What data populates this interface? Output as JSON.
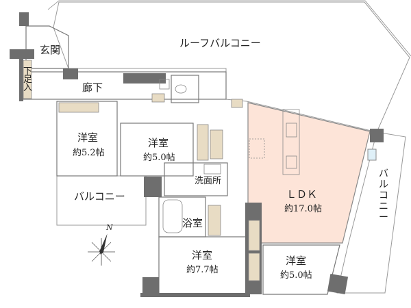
{
  "plan": {
    "rooms": {
      "entrance": "玄関",
      "shoe_closet": [
        "下",
        "足",
        "入"
      ],
      "hallway": "廊下",
      "roof_balcony": "ルーフバルコニー",
      "bedroom1": {
        "name": "洋室",
        "size": "約5.2帖"
      },
      "bedroom2": {
        "name": "洋室",
        "size": "約5.0帖"
      },
      "washroom": "洗面所",
      "bathroom": "浴室",
      "ldk": {
        "name": "ＬＤＫ",
        "size": "約17.0帖"
      },
      "balcony_left": "バルコニー",
      "balcony_right": [
        "バ",
        "ル",
        "コ",
        "ニ",
        "ー"
      ],
      "bedroom3": {
        "name": "洋室",
        "size": "約7.7帖"
      },
      "bedroom4": {
        "name": "洋室",
        "size": "約5.0帖"
      }
    },
    "compass": "N",
    "colors": {
      "wall": "#6e6e6e",
      "room": "#fbfbe6",
      "ldk": "#fde4d8",
      "wet": "#dff0f8",
      "closet": "#e8dcc4"
    }
  }
}
